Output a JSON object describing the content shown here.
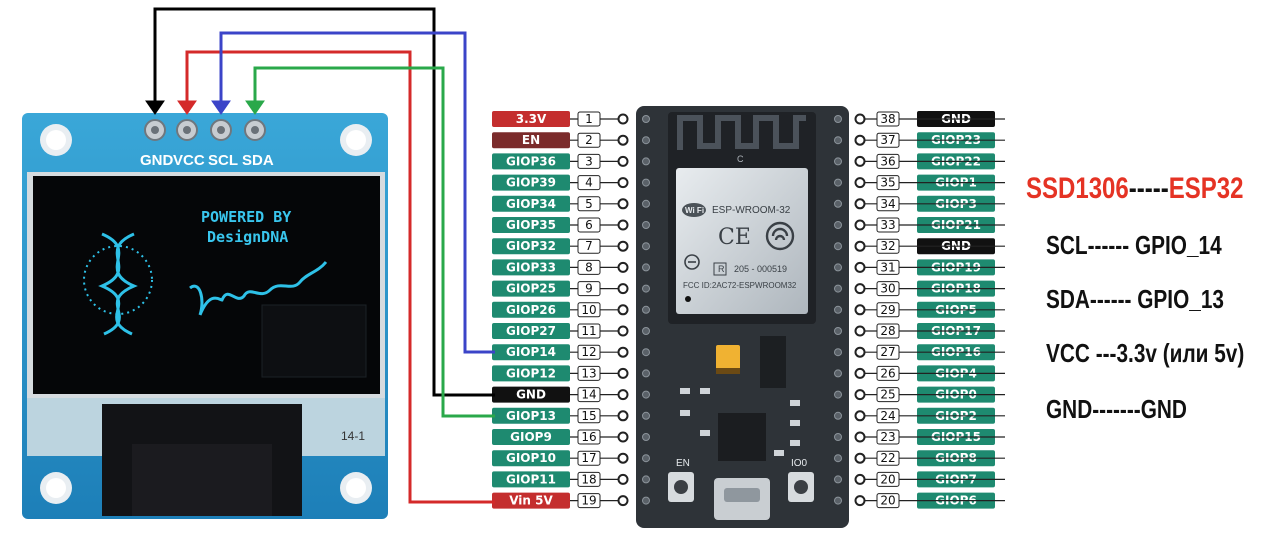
{
  "oled": {
    "pins": [
      "GND",
      "VCC",
      "SCL",
      "SDA"
    ],
    "screen_line1": "POWERED BY",
    "screen_line2": "DesignDNA",
    "corner_mark": "14-1"
  },
  "esp32": {
    "module_name": "ESP-WROOM-32",
    "module_id": "205 - 000519",
    "fcc_id": "FCC ID:2AC72-ESPWROOM32",
    "ant_mark": "C",
    "btn_en": "EN",
    "btn_io0": "IO0",
    "left_pins": [
      {
        "label": "3.3V",
        "num": "1",
        "color": "#c42e2e"
      },
      {
        "label": "EN",
        "num": "2",
        "color": "#7b2b2b"
      },
      {
        "label": "GIOP36",
        "num": "3",
        "color": "#1e8a70"
      },
      {
        "label": "GIOP39",
        "num": "4",
        "color": "#1e8a70"
      },
      {
        "label": "GIOP34",
        "num": "5",
        "color": "#1e8a70"
      },
      {
        "label": "GIOP35",
        "num": "6",
        "color": "#1e8a70"
      },
      {
        "label": "GIOP32",
        "num": "7",
        "color": "#1e8a70"
      },
      {
        "label": "GIOP33",
        "num": "8",
        "color": "#1e8a70"
      },
      {
        "label": "GIOP25",
        "num": "9",
        "color": "#1e8a70"
      },
      {
        "label": "GIOP26",
        "num": "10",
        "color": "#1e8a70"
      },
      {
        "label": "GIOP27",
        "num": "11",
        "color": "#1e8a70"
      },
      {
        "label": "GIOP14",
        "num": "12",
        "color": "#1e8a70"
      },
      {
        "label": "GIOP12",
        "num": "13",
        "color": "#1e8a70"
      },
      {
        "label": "GND",
        "num": "14",
        "color": "#111111"
      },
      {
        "label": "GIOP13",
        "num": "15",
        "color": "#1e8a70"
      },
      {
        "label": "GIOP9",
        "num": "16",
        "color": "#1e8a70"
      },
      {
        "label": "GIOP10",
        "num": "17",
        "color": "#1e8a70"
      },
      {
        "label": "GIOP11",
        "num": "18",
        "color": "#1e8a70"
      },
      {
        "label": "Vin 5V",
        "num": "19",
        "color": "#c42e2e"
      }
    ],
    "right_pins": [
      {
        "label": "GND",
        "num": "38",
        "color": "#111111"
      },
      {
        "label": "GIOP23",
        "num": "37",
        "color": "#1e8a70"
      },
      {
        "label": "GIOP22",
        "num": "36",
        "color": "#1e8a70"
      },
      {
        "label": "GIOP1",
        "num": "35",
        "color": "#1e8a70"
      },
      {
        "label": "GIOP3",
        "num": "34",
        "color": "#1e8a70"
      },
      {
        "label": "GIOP21",
        "num": "33",
        "color": "#1e8a70"
      },
      {
        "label": "GND",
        "num": "32",
        "color": "#111111"
      },
      {
        "label": "GIOP19",
        "num": "31",
        "color": "#1e8a70"
      },
      {
        "label": "GIOP18",
        "num": "30",
        "color": "#1e8a70"
      },
      {
        "label": "GIOP5",
        "num": "29",
        "color": "#1e8a70"
      },
      {
        "label": "GIOP17",
        "num": "28",
        "color": "#1e8a70"
      },
      {
        "label": "GIOP16",
        "num": "27",
        "color": "#1e8a70"
      },
      {
        "label": "GIOP4",
        "num": "26",
        "color": "#1e8a70"
      },
      {
        "label": "GIOP0",
        "num": "25",
        "color": "#1e8a70"
      },
      {
        "label": "GIOP2",
        "num": "24",
        "color": "#1e8a70"
      },
      {
        "label": "GIOP15",
        "num": "23",
        "color": "#1e8a70"
      },
      {
        "label": "GIOP8",
        "num": "22",
        "color": "#1e8a70"
      },
      {
        "label": "GIOP7",
        "num": "20",
        "color": "#1e8a70"
      },
      {
        "label": "GIOP6",
        "num": "20",
        "color": "#1e8a70"
      }
    ]
  },
  "wires": [
    {
      "from": "GND",
      "to": "GND",
      "color": "#000000"
    },
    {
      "from": "VCC",
      "to": "Vin 5V",
      "color": "#d42a2a"
    },
    {
      "from": "SCL",
      "to": "GIOP14",
      "color": "#3b44c8"
    },
    {
      "from": "SDA",
      "to": "GIOP13",
      "color": "#2aa84a"
    }
  ],
  "notes": {
    "title_left": "SSD1306",
    "title_dash": "-----",
    "title_right": "ESP32",
    "lines": [
      "SCL------ GPIO_14",
      "SDA------ GPIO_13",
      "VCC ---3.3v (или 5v)",
      "GND-------GND"
    ]
  }
}
